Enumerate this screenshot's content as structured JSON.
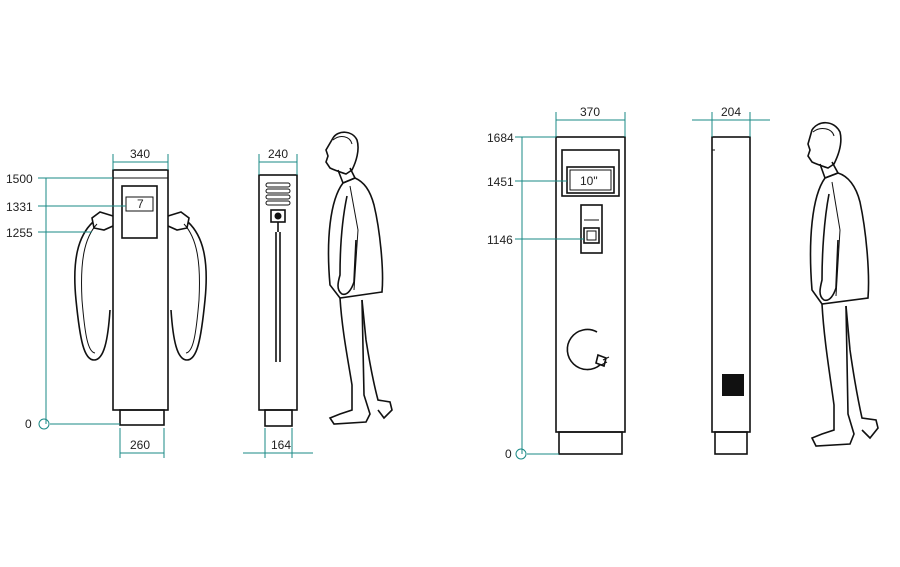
{
  "unit1": {
    "width_top": "340",
    "width_base": "260",
    "h_total": "1500",
    "h_screen": "1331",
    "h_socket": "1255",
    "zero": "0",
    "screen_symbol": "7"
  },
  "unit1_side": {
    "depth_top": "240",
    "depth_base": "164"
  },
  "unit2": {
    "width": "370",
    "h_total": "1684",
    "h_screen": "1451",
    "h_reader": "1146",
    "zero": "0",
    "screen_label": "10\""
  },
  "unit2_side": {
    "depth": "204"
  },
  "colors": {
    "dimension": "#1a8a86",
    "outline": "#111111"
  }
}
